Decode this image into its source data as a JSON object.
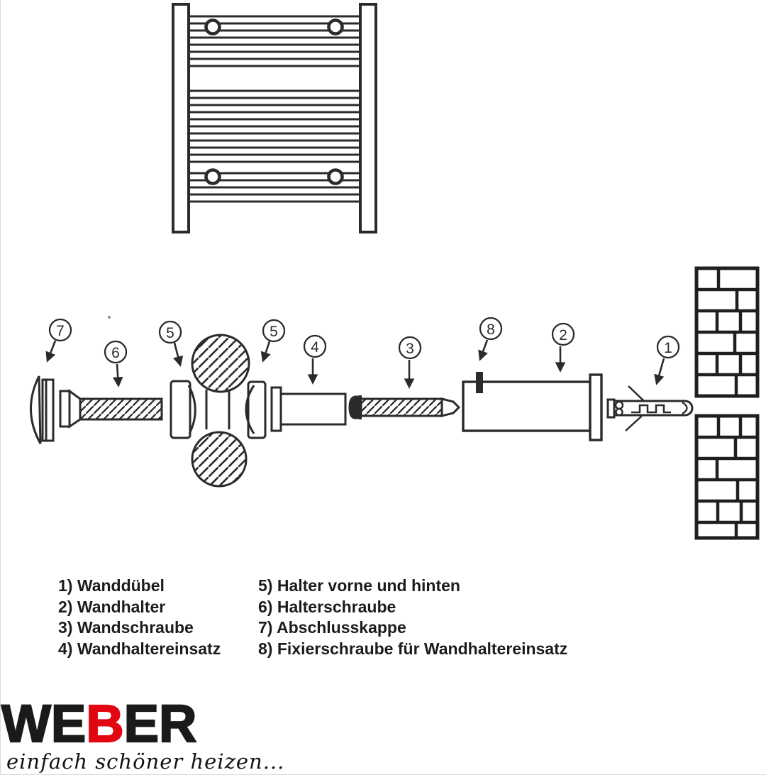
{
  "colors": {
    "ink": "#2b2b2b",
    "accent_red": "#e20613"
  },
  "callouts": {
    "c1": "1",
    "c2": "2",
    "c3": "3",
    "c4": "4",
    "c5_left": "5",
    "c5_right": "5",
    "c6": "6",
    "c7": "7",
    "c8": "8"
  },
  "legend": {
    "left": [
      "1) Wanddübel",
      "2) Wandhalter",
      "3) Wandschraube",
      "4) Wandhaltereinsatz"
    ],
    "right": [
      "5) Halter vorne und hinten",
      "6) Halterschraube",
      "7) Abschlusskappe",
      "8) Fixierschraube für Wandhaltereinsatz"
    ]
  },
  "logo": {
    "part1": "WE",
    "part2": "B",
    "part3": "ER",
    "tagline": "einfach schöner heizen..."
  }
}
